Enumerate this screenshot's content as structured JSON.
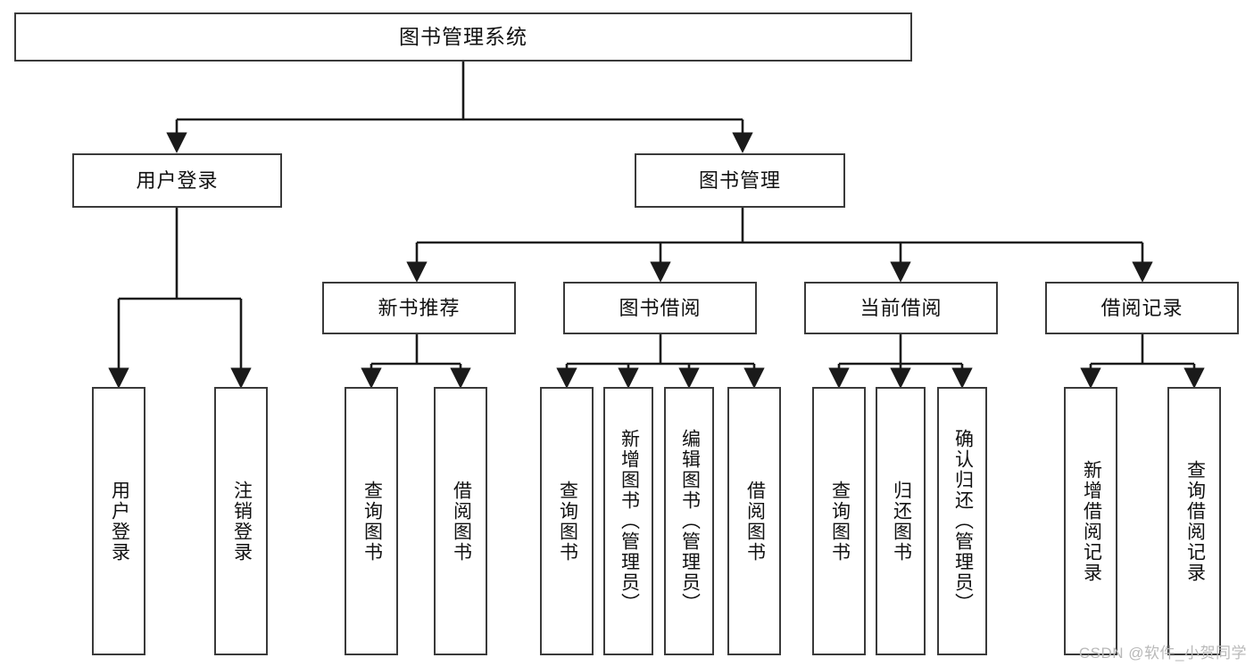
{
  "diagram": {
    "title": "图书管理系统",
    "type": "tree-hierarchy-diagram",
    "watermark": "CSDN @软件_小贺同学",
    "colors": {
      "box_border": "#3a3a3a",
      "box_fill": "#ffffff",
      "connector": "#1a1a1a",
      "text": "#111111",
      "watermark": "#b9b9b9",
      "background": "#ffffff"
    },
    "root": {
      "id": "root",
      "label": "图书管理系统"
    },
    "level2": [
      {
        "id": "user-login",
        "label": "用户登录"
      },
      {
        "id": "book-management",
        "label": "图书管理"
      }
    ],
    "level3": [
      {
        "id": "new-book-recommend",
        "label": "新书推荐",
        "parent": "book-management"
      },
      {
        "id": "book-borrow",
        "label": "图书借阅",
        "parent": "book-management"
      },
      {
        "id": "current-borrow",
        "label": "当前借阅",
        "parent": "book-management"
      },
      {
        "id": "borrow-record",
        "label": "借阅记录",
        "parent": "book-management"
      }
    ],
    "leaves": [
      {
        "id": "leaf-user-login",
        "label": "用户登录",
        "parent": "user-login"
      },
      {
        "id": "leaf-logout-login",
        "label": "注销登录",
        "parent": "user-login"
      },
      {
        "id": "leaf-query-book-1",
        "label": "查询图书",
        "parent": "new-book-recommend"
      },
      {
        "id": "leaf-borrow-book-1",
        "label": "借阅图书",
        "parent": "new-book-recommend"
      },
      {
        "id": "leaf-query-book-2",
        "label": "查询图书",
        "parent": "book-borrow"
      },
      {
        "id": "leaf-add-book",
        "label": "新增图书（管理员）",
        "parent": "book-borrow"
      },
      {
        "id": "leaf-edit-book",
        "label": "编辑图书（管理员）",
        "parent": "book-borrow"
      },
      {
        "id": "leaf-borrow-book-2",
        "label": "借阅图书",
        "parent": "book-borrow"
      },
      {
        "id": "leaf-query-book-3",
        "label": "查询图书",
        "parent": "current-borrow"
      },
      {
        "id": "leaf-return-book",
        "label": "归还图书",
        "parent": "current-borrow"
      },
      {
        "id": "leaf-confirm-return",
        "label": "确认归还（管理员）",
        "parent": "current-borrow"
      },
      {
        "id": "leaf-add-record",
        "label": "新增借阅记录",
        "parent": "borrow-record"
      },
      {
        "id": "leaf-query-record",
        "label": "查询借阅记录",
        "parent": "borrow-record"
      }
    ]
  }
}
